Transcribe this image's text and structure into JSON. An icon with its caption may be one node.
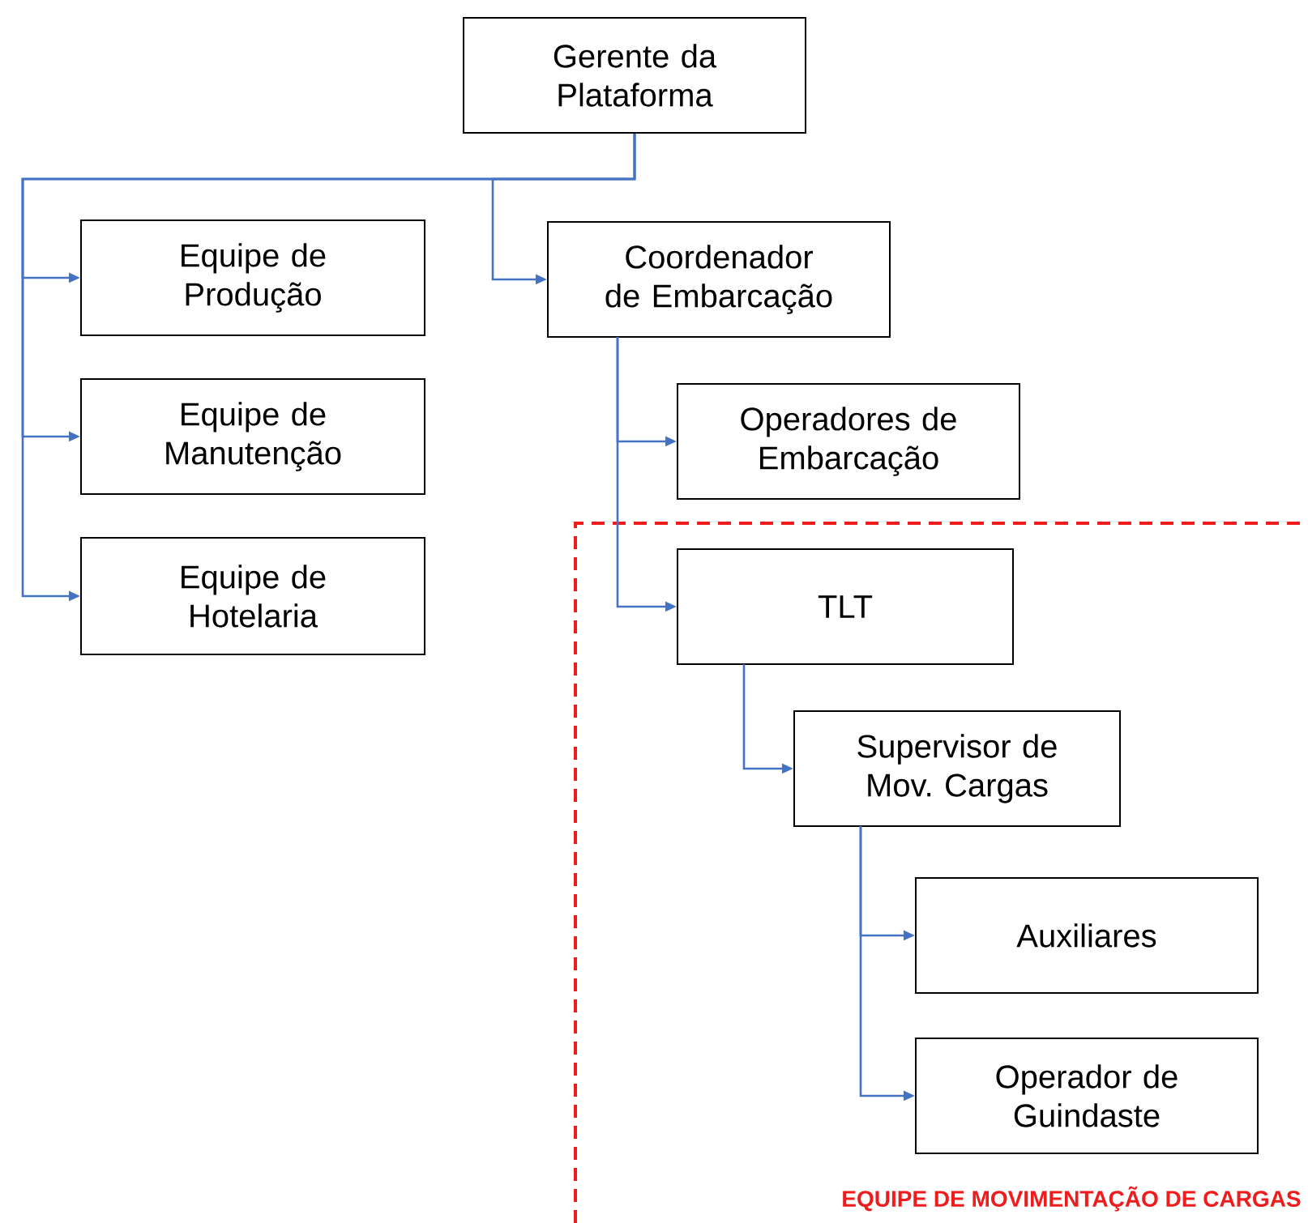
{
  "diagram": {
    "nodes": [
      {
        "text": [
          "Gerente da Plataforma"
        ]
      },
      {
        "text": [
          "Equipe de Produção"
        ]
      },
      {
        "text": [
          "Equipe de Manutenção"
        ]
      },
      {
        "text": [
          "Equipe de Hotelaria"
        ]
      },
      {
        "text": [
          "Coordenador de Embarcação"
        ]
      },
      {
        "text": [
          "Operadores de Embarcação"
        ]
      },
      {
        "text": [
          "EQUIPE DE MOVIMENTAÇÃO DE CARGAS"
        ]
      },
      {
        "text": [
          "TLT"
        ],
        "in": 6
      },
      {
        "text": [
          "Supervisor de Mov. Cargas"
        ],
        "in": 6
      },
      {
        "text": [
          "Auxiliares"
        ],
        "in": 6
      },
      {
        "text": [
          "Operador de Guindaste"
        ],
        "in": 6
      }
    ],
    "edges": [
      {
        "from": 0,
        "to": 1,
        "arrow": "to"
      },
      {
        "from": 0,
        "to": 2,
        "arrow": "to"
      },
      {
        "from": 0,
        "to": 3,
        "arrow": "to"
      },
      {
        "from": 0,
        "to": 4,
        "arrow": "to"
      },
      {
        "from": 4,
        "to": 5,
        "arrow": "to"
      },
      {
        "from": 4,
        "to": 7,
        "arrow": "to"
      },
      {
        "from": 7,
        "to": 8,
        "arrow": "to"
      },
      {
        "from": 8,
        "to": 9,
        "arrow": "to"
      },
      {
        "from": 8,
        "to": 10,
        "arrow": "to"
      }
    ]
  }
}
